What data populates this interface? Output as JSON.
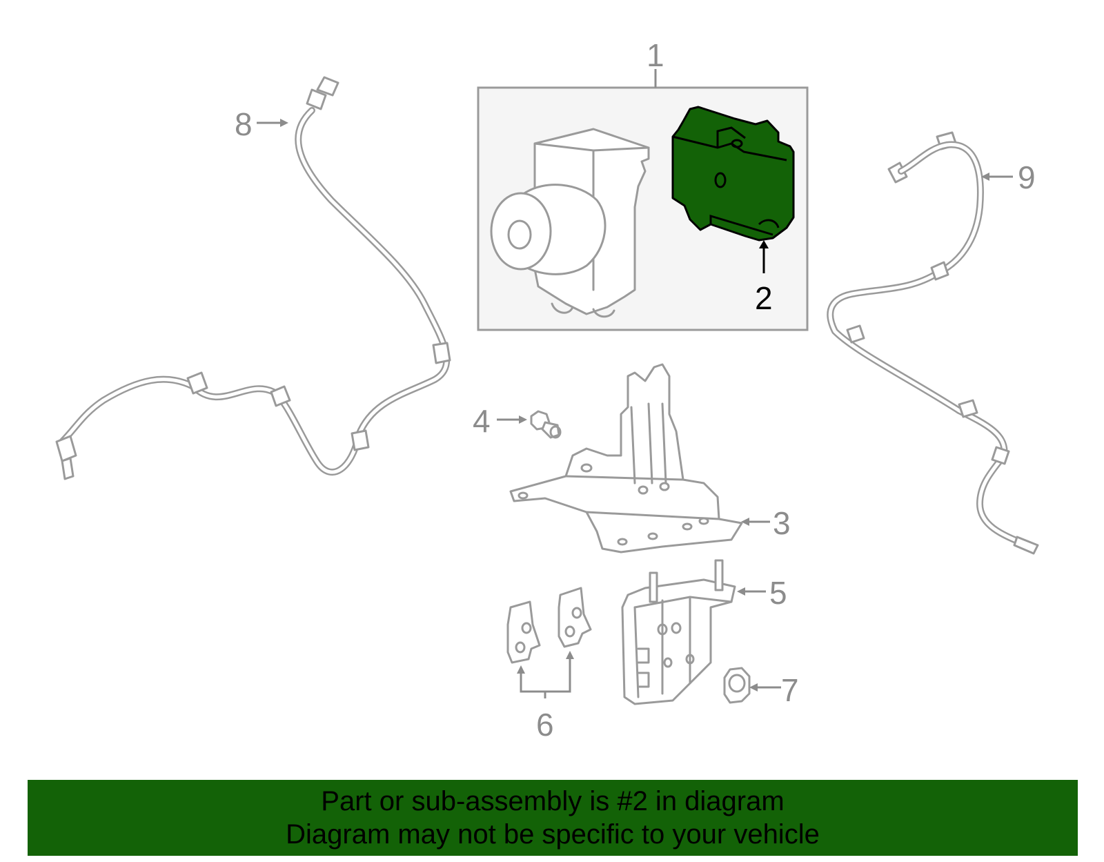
{
  "callouts": {
    "c1": "1",
    "c2": "2",
    "c3": "3",
    "c4": "4",
    "c5": "5",
    "c6": "6",
    "c7": "7",
    "c8": "8",
    "c9": "9"
  },
  "highlighted_part": "2",
  "colors": {
    "highlight": "#136207",
    "line": "#9a9a9a",
    "inset_box_fill": "#f5f5f5"
  },
  "banner": {
    "line1": "Part or sub-assembly is #2 in diagram",
    "line2": "Diagram may not be specific to your vehicle"
  }
}
